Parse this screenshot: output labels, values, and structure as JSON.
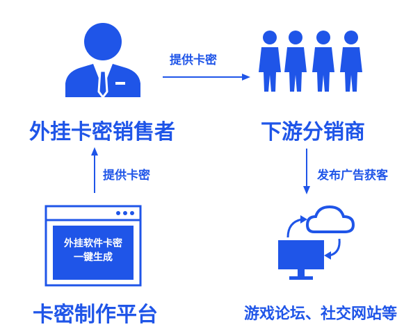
{
  "colors": {
    "primary": "#1f55e8",
    "arrow": "#1f55e8",
    "background": "#ffffff"
  },
  "nodes": {
    "seller": {
      "label": "外挂卡密销售者",
      "icon": "businessman-icon"
    },
    "distributor": {
      "label": "下游分销商",
      "icon": "group-of-people-icon"
    },
    "platform": {
      "label": "卡密制作平台",
      "icon": "software-window-icon",
      "panel_line1": "外挂软件卡密",
      "panel_line2": "一键生成"
    },
    "channels": {
      "label": "游戏论坛、社交网站等",
      "icon": "cloud-computer-sync-icon"
    }
  },
  "edges": {
    "seller_to_distributor": "提供卡密",
    "platform_to_seller": "提供卡密",
    "distributor_to_channels": "发布广告获客"
  }
}
